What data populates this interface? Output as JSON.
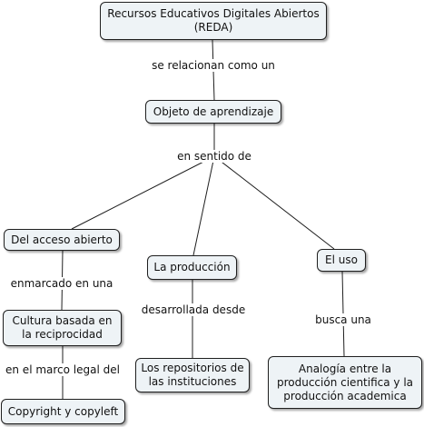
{
  "nodes": {
    "reda": "Recursos Educativos Digitales Abiertos\n(REDA)",
    "objeto": "Objeto de aprendizaje",
    "acceso": "Del acceso abierto",
    "produccion": "La producción",
    "uso": "El uso",
    "cultura": "Cultura basada en\nla reciprocidad",
    "repositorios": "Los repositorios de\nlas instituciones",
    "analogia": "Analogía entre la\nproducción cientifica y la\nproducción academica",
    "copyright": "Copyright y copyleft"
  },
  "links": {
    "relacionan": "se relacionan como un",
    "sentido": "en sentido de",
    "enmarcado": "enmarcado en una",
    "desarrollada": "desarrollada desde",
    "busca": "busca una",
    "marco": "en el marco legal del"
  }
}
